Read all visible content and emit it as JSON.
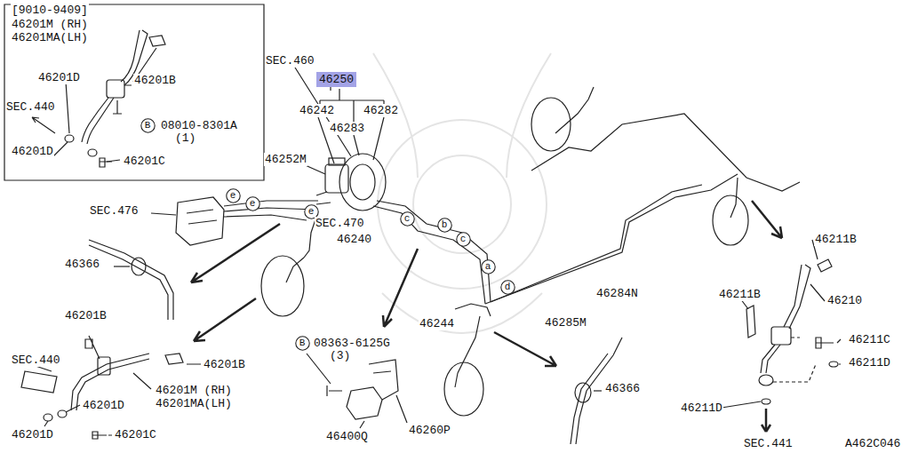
{
  "diagram": {
    "nodes": [
      {
        "text": [
          "46250"
        ]
      },
      {
        "text": [
          "B"
        ]
      },
      {
        "text": [
          "e"
        ]
      },
      {
        "text": [
          "e"
        ]
      },
      {
        "text": [
          "e"
        ]
      },
      {
        "text": [
          "c"
        ]
      },
      {
        "text": [
          "b"
        ]
      },
      {
        "text": [
          "c"
        ]
      },
      {
        "text": [
          "a"
        ]
      },
      {
        "text": [
          "d"
        ]
      },
      {
        "text": [
          "B"
        ]
      }
    ],
    "labels": [
      "[9010-9409]",
      "46201M (RH)",
      "46201MA(LH)",
      "46201D",
      "46201B",
      "SEC.440",
      "08010-8301A",
      "(1)",
      "46201D",
      "46201C",
      "SEC.460",
      "46242",
      "46282",
      "46283",
      "46252M",
      "SEC.476",
      "SEC.470",
      "46240",
      "46366",
      "46201B",
      "SEC.440",
      "46201B",
      "46201M (RH)",
      "46201MA(LH)",
      "46201D",
      "46201D",
      "46201C",
      "08363-6125G",
      "(3)",
      "46244",
      "46284N",
      "46285M",
      "46366",
      "46400Q",
      "46260P",
      "46211B",
      "46211B",
      "46210",
      "46211C",
      "46211D",
      "46211D",
      "SEC.441",
      "A462C046"
    ]
  }
}
